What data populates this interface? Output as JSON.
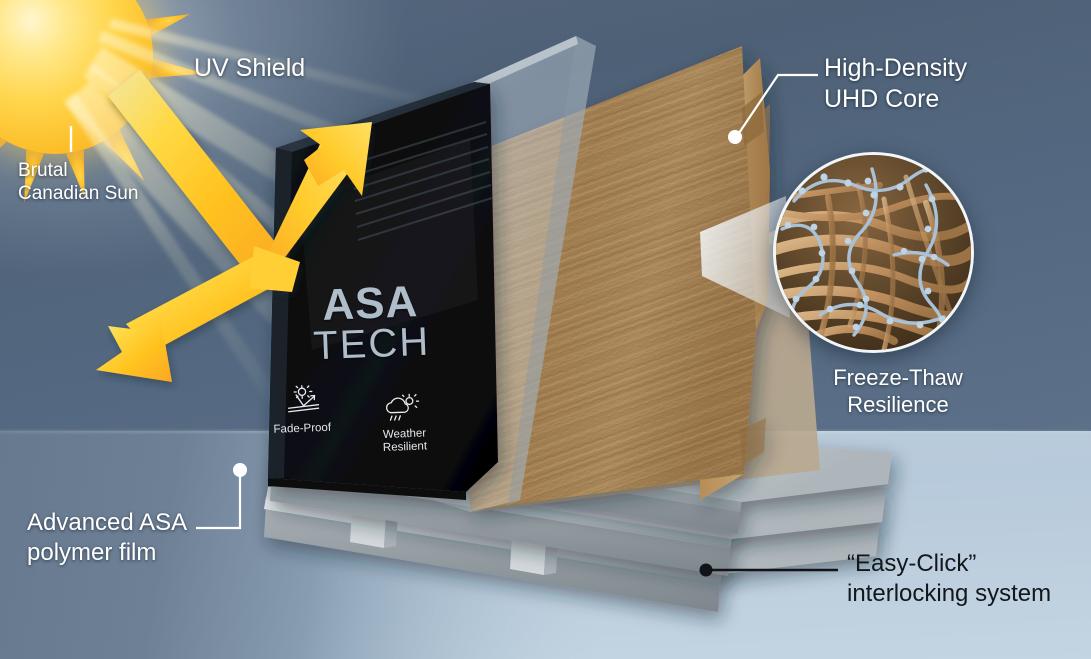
{
  "scene": {
    "title": "ASA Tech composite cladding exploded cutaway",
    "background_sky_color": "#52657c",
    "background_floor_color": "#bdcfde",
    "accent_yellow": "#ffd23a",
    "wood_core_color": "#b08752",
    "asa_panel_color": "#0b0b0c",
    "substrate_color": "#c9cfd3"
  },
  "sun": {
    "name": "sun-graphic",
    "disc_color": "#ffd54a",
    "glow_color": "#fff6cf"
  },
  "labels": {
    "uv_shield": "UV Shield",
    "brutal_sun": "Brutal\nCanadian Sun",
    "high_density_core": "High-Density\nUHD Core",
    "freeze_thaw": "Freeze-Thaw\nResilience",
    "advanced_asa": "Advanced ASA\npolymer film",
    "easy_click": "“Easy-Click”\ninterlocking system"
  },
  "panel": {
    "brand_line1": "ASA",
    "brand_line2": "TECH",
    "brand_color": "#aebdc9",
    "features": [
      {
        "icon": "sun-reflection-icon",
        "label": "Fade-Proof"
      },
      {
        "icon": "sun-cloud-rain-icon",
        "label": "Weather\nResilient"
      }
    ]
  },
  "magnifier": {
    "name": "fiber-magnifier",
    "depicts": "wood fibers bonded by polymer chains",
    "fiber_color": "#c79a63",
    "polymer_chain_color": "#9fb8cf",
    "ring_color": "#f2f6f8"
  },
  "arrow": {
    "name": "uv-reflection-arrow",
    "color_light": "#f6e59a",
    "color_mid": "#ffd23a",
    "color_deep": "#fbad2a",
    "meaning": "incoming UV deflected away by the ASA shield"
  }
}
